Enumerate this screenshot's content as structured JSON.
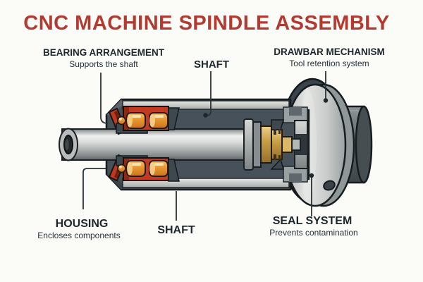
{
  "title": "CNC MACHINE SPINDLE ASSEMBLY",
  "labels": {
    "bearing": {
      "heading": "BEARING ARRANGEMENT",
      "subtitle": "Supports the shaft"
    },
    "shaft_top": {
      "heading": "SHAFT"
    },
    "drawbar": {
      "heading": "DRAWBAR MECHANISM",
      "subtitle": "Tool retention system"
    },
    "housing": {
      "heading": "HOUSING",
      "subtitle": "Encloses components"
    },
    "shaft_bottom": {
      "heading": "SHAFT"
    },
    "seal": {
      "heading": "SEAL SYSTEM",
      "subtitle": "Prevents contamination"
    }
  },
  "colors": {
    "background": "#fbfbf8",
    "title_red": "#b13a31",
    "label_text": "#1d272c",
    "housing_dark": "#46515a",
    "housing_light_band": "#c6c9c6",
    "bearing_red": "#c23a1f",
    "roller_orange": "#e8952f",
    "brass_gold": "#c99f47",
    "shaft_gray": "#d5d7d6",
    "outline": "#171c1f"
  }
}
